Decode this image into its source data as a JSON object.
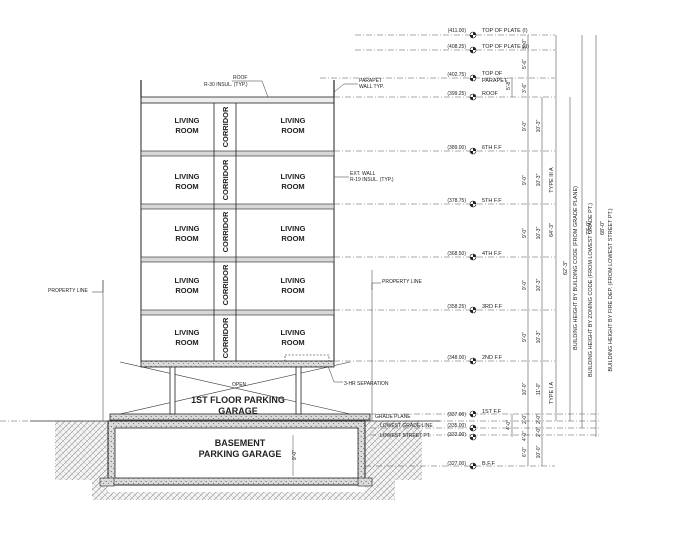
{
  "rooms": {
    "living_room_l1": "LIVING",
    "living_room_l2": "ROOM",
    "corridor": "CORRIDOR"
  },
  "spaces": {
    "parking_1": "1ST FLOOR PARKING",
    "parking_2": "GARAGE",
    "basement_1": "BASEMENT",
    "basement_2": "PARKING GARAGE"
  },
  "notes": {
    "roof_1": "ROOF",
    "roof_2": "R-30 INSUL. (TYP.)",
    "parapet_1": "PARAPET",
    "parapet_2": "WALL TYP.",
    "ext_wall_1": "EXT. WALL",
    "ext_wall_2": "R-19 INSUL. (TYP.)",
    "property_line_left": "PROPERTY LINE",
    "property_line_right": "PROPERTY LINE",
    "separation": "3-HR SEPARATION",
    "open": "OPEN",
    "basement_height": "9'-0\""
  },
  "levels": [
    {
      "elev": "(411.00)",
      "name": "TOP OF PLATE (I)"
    },
    {
      "elev": "(408.25)",
      "name": "TOP OF PLATE (II)"
    },
    {
      "elev": "(402.75)",
      "name": "TOP OF"
    },
    {
      "elev": "",
      "name": "PARAPET"
    },
    {
      "elev": "(399.25)",
      "name": "ROOF"
    },
    {
      "elev": "(389.00)",
      "name": "6TH F.F"
    },
    {
      "elev": "(378.75)",
      "name": "5TH F.F"
    },
    {
      "elev": "(368.50)",
      "name": "4TH F.F"
    },
    {
      "elev": "(358.25)",
      "name": "3RD F.F"
    },
    {
      "elev": "(348.00)",
      "name": "2ND F.F"
    },
    {
      "elev": "(337.00)",
      "name": "1ST F.F"
    },
    {
      "elev": "(335.00)",
      "name": ""
    },
    {
      "elev": "(333.00)",
      "name": ""
    },
    {
      "elev": "(327.00)",
      "name": "B.F.F"
    }
  ],
  "grade_labels": {
    "grade_plane": "GRADE PLANE",
    "lowest_grade": "LOWEST GRADE LINE",
    "lowest_street": "LOWEST STREET PT."
  },
  "dims": {
    "d1": [
      "3'-0\"",
      "5'-6\"",
      "3'-6\"",
      "9'-0\"",
      "9'-0\"",
      "9'-0\"",
      "9'-0\"",
      "9'-0\"",
      "10'-0\"",
      "2'-0\"",
      "4'-0\"",
      "6'-0\""
    ],
    "d2": [
      "10'-3\"",
      "10'-3\"",
      "10'-3\"",
      "10'-3\"",
      "10'-3\"",
      "11'-0\"",
      "2'-0\"",
      "2'-0\"",
      "10'-0\""
    ],
    "d3": [
      "5'-8\"",
      "4'-0\""
    ]
  },
  "vertical": {
    "type_3a": "TYPE III A",
    "height_1": "64'-3\"",
    "type_1a": "TYPE I A",
    "height_2": "62'-3\"",
    "label_2": "BUILDING HEIGHT BY BUILDING CODE (FROM GRADE PLANE)",
    "height_3": "73'-0\"",
    "label_3": "BUILDING HEIGHT BY ZONING CODE (FROM LOWEST GRADE PT.)",
    "height_4": "68'-0\"",
    "label_4": "BUILDING HEIGHT BY FIRE DEP. (FROM LOWEST STREET PT.)"
  }
}
